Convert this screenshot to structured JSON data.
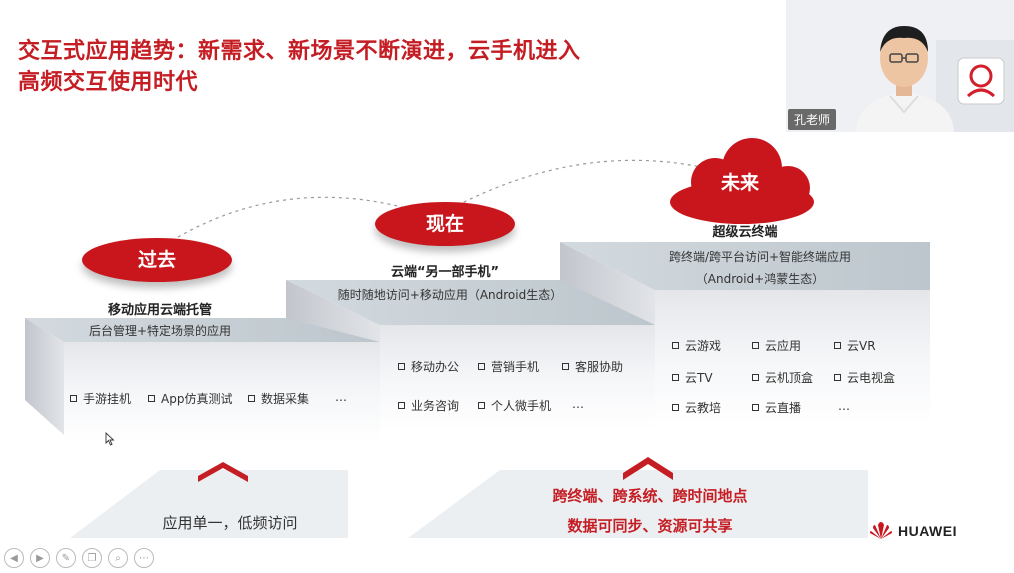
{
  "slide": {
    "title_line1": "交互式应用趋势：新需求、新场景不断演进，云手机进入",
    "title_line2": "高频交互使用时代",
    "brand": "HUAWEI",
    "colors": {
      "accent": "#c41d23",
      "oval": "#c9161d",
      "step_top": "#cdd5da",
      "step_front": "#f1f2f4"
    }
  },
  "webcam": {
    "name_label": "孔老师"
  },
  "stages": [
    {
      "oval": "过去",
      "caption": "移动应用云端托管",
      "subtitle_lines": [
        "后台管理+特定场景的应用"
      ],
      "items": [
        "手游挂机",
        "App仿真测试",
        "数据采集",
        "…"
      ]
    },
    {
      "oval": "现在",
      "caption": "云端“另一部手机”",
      "subtitle_lines": [
        "随时随地访问+移动应用（Android生态）"
      ],
      "items": [
        "移动办公",
        "营销手机",
        "客服协助",
        "业务咨询",
        "个人微手机",
        "…"
      ]
    },
    {
      "oval": "未来",
      "caption": "超级云终端",
      "subtitle_lines": [
        "跨终端/跨平台访问+智能终端应用",
        "（Android+鸿蒙生态）"
      ],
      "items": [
        "云游戏",
        "云应用",
        "云VR",
        "云TV",
        "云机顶盒",
        "云电视盒",
        "云教培",
        "云直播",
        "…"
      ]
    }
  ],
  "bottom": {
    "left": "应用单一，低频访问",
    "right_line1": "跨终端、跨系统、跨时间地点",
    "right_line2": "数据可同步、资源可共享"
  },
  "toolbar": {
    "icons": [
      "prev-icon",
      "next-icon",
      "pen-icon",
      "pages-icon",
      "zoom-icon",
      "more-icon"
    ]
  }
}
